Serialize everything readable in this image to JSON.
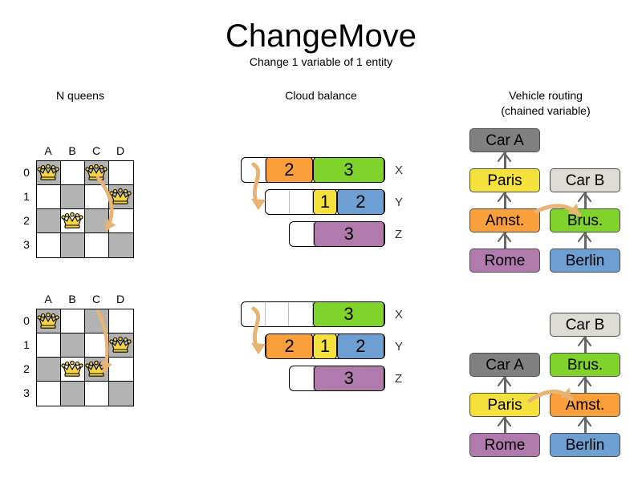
{
  "header": {
    "title": "ChangeMove",
    "subtitle": "Change 1 variable of 1 entity"
  },
  "sections": {
    "queens": {
      "label": "N queens"
    },
    "cloud": {
      "label": "Cloud balance"
    },
    "vrp": {
      "label_line1": "Vehicle routing",
      "label_line2": "(chained variable)"
    }
  },
  "colors": {
    "orange": "#f9a03c",
    "green": "#80d32a",
    "yellow": "#f5e13c",
    "blue": "#6d9fd2",
    "purple": "#b07aad",
    "gray_dark": "#808080",
    "gray_light": "#dcdcd4",
    "board_dark": "#b3b3b3",
    "board_light": "#ffffff",
    "queen_gold": "#f2d349",
    "arrow": "#e8b473"
  },
  "queens": {
    "column_labels": [
      "A",
      "B",
      "C",
      "D"
    ],
    "row_labels": [
      "0",
      "1",
      "2",
      "3"
    ],
    "before": {
      "queens": [
        {
          "col": "A",
          "row": "0"
        },
        {
          "col": "C",
          "row": "0"
        },
        {
          "col": "D",
          "row": "1"
        },
        {
          "col": "B",
          "row": "2"
        }
      ],
      "move_arrow": {
        "from_col": "C",
        "from_row": "0",
        "to_col": "C",
        "to_row": "2"
      }
    },
    "after": {
      "queens": [
        {
          "col": "A",
          "row": "0"
        },
        {
          "col": "D",
          "row": "1"
        },
        {
          "col": "B",
          "row": "2"
        },
        {
          "col": "C",
          "row": "2"
        }
      ],
      "move_arrow": {
        "from_col": "C",
        "from_row": "0",
        "to_col": "C",
        "to_row": "2"
      }
    }
  },
  "cloud": {
    "before": {
      "rows": [
        {
          "label": "X",
          "segments": [
            {
              "value": "",
              "color": "",
              "units": 1,
              "filled": false
            },
            {
              "value": "2",
              "color": "#f9a03c",
              "units": 2,
              "filled": true
            },
            {
              "value": "3",
              "color": "#80d32a",
              "units": 3,
              "filled": true
            }
          ]
        },
        {
          "label": "Y",
          "segments": [
            {
              "value": "",
              "color": "",
              "units": 1,
              "filled": false
            },
            {
              "value": "",
              "color": "",
              "units": 1,
              "filled": false
            },
            {
              "value": "1",
              "color": "#f5e13c",
              "units": 1,
              "filled": true
            },
            {
              "value": "2",
              "color": "#6d9fd2",
              "units": 2,
              "filled": true
            }
          ]
        },
        {
          "label": "Z",
          "segments": [
            {
              "value": "",
              "color": "",
              "units": 1,
              "filled": false
            },
            {
              "value": "3",
              "color": "#b07aad",
              "units": 3,
              "filled": true
            }
          ]
        }
      ]
    },
    "after": {
      "rows": [
        {
          "label": "X",
          "segments": [
            {
              "value": "",
              "color": "",
              "units": 1,
              "filled": false
            },
            {
              "value": "",
              "color": "",
              "units": 1,
              "filled": false
            },
            {
              "value": "",
              "color": "",
              "units": 1,
              "filled": false
            },
            {
              "value": "3",
              "color": "#80d32a",
              "units": 3,
              "filled": true
            }
          ]
        },
        {
          "label": "Y",
          "segments": [
            {
              "value": "2",
              "color": "#f9a03c",
              "units": 2,
              "filled": true
            },
            {
              "value": "1",
              "color": "#f5e13c",
              "units": 1,
              "filled": true
            },
            {
              "value": "2",
              "color": "#6d9fd2",
              "units": 2,
              "filled": true
            }
          ]
        },
        {
          "label": "Z",
          "segments": [
            {
              "value": "",
              "color": "",
              "units": 1,
              "filled": false
            },
            {
              "value": "3",
              "color": "#b07aad",
              "units": 3,
              "filled": true
            }
          ]
        }
      ]
    }
  },
  "vrp": {
    "before": {
      "left_chain": [
        {
          "label": "Car A",
          "color": "#808080"
        },
        {
          "label": "Paris",
          "color": "#f5e13c"
        },
        {
          "label": "Amst.",
          "color": "#f9a03c"
        },
        {
          "label": "Rome",
          "color": "#b07aad"
        }
      ],
      "right_chain": [
        {
          "label": "Car B",
          "color": "#dcdcd4"
        },
        {
          "label": "Brus.",
          "color": "#80d32a"
        },
        {
          "label": "Berlin",
          "color": "#6d9fd2"
        }
      ]
    },
    "after": {
      "left_chain": [
        {
          "label": "Car A",
          "color": "#808080"
        },
        {
          "label": "Paris",
          "color": "#f5e13c"
        },
        {
          "label": "Rome",
          "color": "#b07aad"
        }
      ],
      "right_chain": [
        {
          "label": "Car B",
          "color": "#dcdcd4"
        },
        {
          "label": "Brus.",
          "color": "#80d32a"
        },
        {
          "label": "Amst.",
          "color": "#f9a03c"
        },
        {
          "label": "Berlin",
          "color": "#6d9fd2"
        }
      ]
    }
  }
}
